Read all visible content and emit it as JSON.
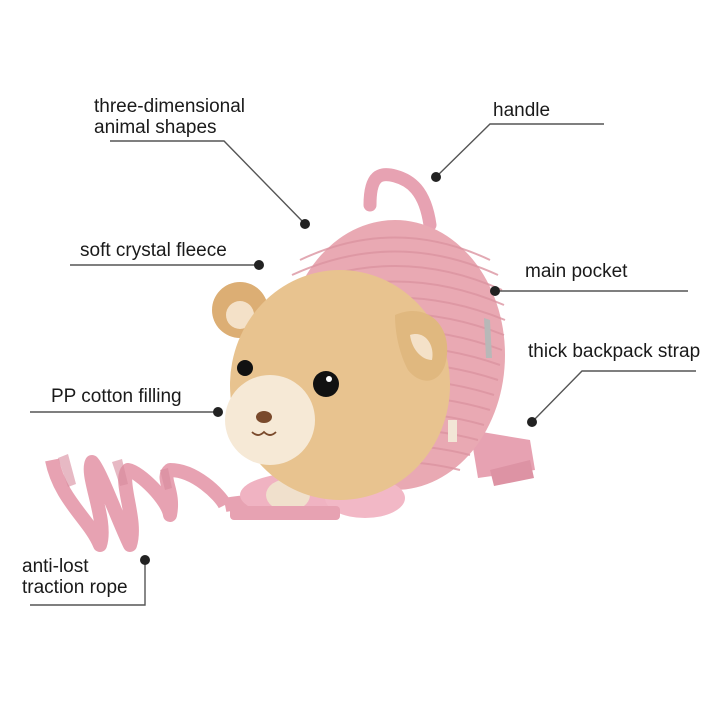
{
  "diagram": {
    "subject": "Bear plush kids backpack with anti-lost traction rope",
    "colors": {
      "background": "#ffffff",
      "text": "#1a1a1a",
      "leader_line": "#555555",
      "dot": "#222222",
      "corduroy_pink": "#e9a9b3",
      "strap_pink": "#e7a2b2",
      "bear_tan": "#e8c38f",
      "muzzle_cream": "#f6e9d6"
    },
    "callouts": [
      {
        "id": "three-dimensional-animal-shapes",
        "lines": [
          "three-dimensional",
          "animal shapes"
        ]
      },
      {
        "id": "handle",
        "lines": [
          "handle"
        ]
      },
      {
        "id": "soft-crystal-fleece",
        "lines": [
          "soft crystal fleece"
        ]
      },
      {
        "id": "main-pocket",
        "lines": [
          "main pocket"
        ]
      },
      {
        "id": "thick-backpack-strap",
        "lines": [
          "thick backpack strap"
        ]
      },
      {
        "id": "pp-cotton-filling",
        "lines": [
          "PP cotton filling"
        ]
      },
      {
        "id": "anti-lost-traction-rope",
        "lines": [
          "anti-lost",
          "traction rope"
        ]
      }
    ]
  }
}
